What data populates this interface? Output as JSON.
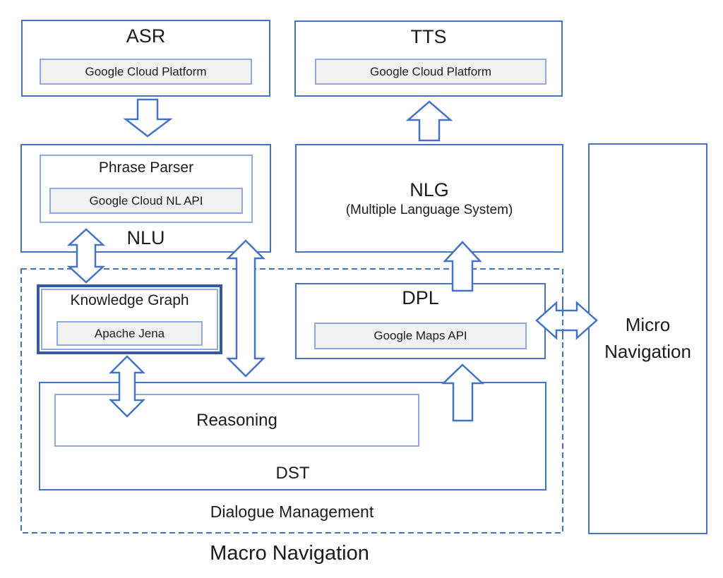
{
  "colors": {
    "line": "#4472C4",
    "line_dark": "#35599E",
    "sub_fill": "#F1F1F2",
    "sub_border": "#8FAADC",
    "text": "#1B1B1B"
  },
  "nodes": {
    "asr": {
      "label": "ASR",
      "sub": "Google Cloud Platform"
    },
    "tts": {
      "label": "TTS",
      "sub": "Google Cloud Platform"
    },
    "nlu": {
      "label": "NLU",
      "parser_label": "Phrase Parser",
      "parser_sub": "Google Cloud NL API"
    },
    "nlg": {
      "label": "NLG",
      "sub": "(Multiple Language System)"
    },
    "micro_nav": {
      "label": "Micro Navigation"
    },
    "knowledge_graph": {
      "label": "Knowledge Graph",
      "sub": "Apache Jena"
    },
    "dpl": {
      "label": "DPL",
      "sub": "Google Maps API"
    },
    "dst": {
      "label": "DST",
      "reasoning_label": "Reasoning"
    },
    "dialogue_management": {
      "label": "Dialogue Management"
    },
    "macro_nav": {
      "label": "Macro Navigation"
    }
  },
  "connectors": [
    {
      "name": "asr-to-nlu",
      "type": "arrow-down"
    },
    {
      "name": "nlg-to-tts",
      "type": "arrow-up"
    },
    {
      "name": "nlu-knowledge-graph",
      "type": "arrow-both-vertical"
    },
    {
      "name": "nlu-dst",
      "type": "arrow-both-vertical"
    },
    {
      "name": "knowledge-graph-dst",
      "type": "arrow-both-vertical"
    },
    {
      "name": "dpl-to-nlg",
      "type": "arrow-up"
    },
    {
      "name": "dst-to-dpl",
      "type": "arrow-up"
    },
    {
      "name": "dpl-micro-navigation",
      "type": "arrow-both-horizontal"
    }
  ]
}
